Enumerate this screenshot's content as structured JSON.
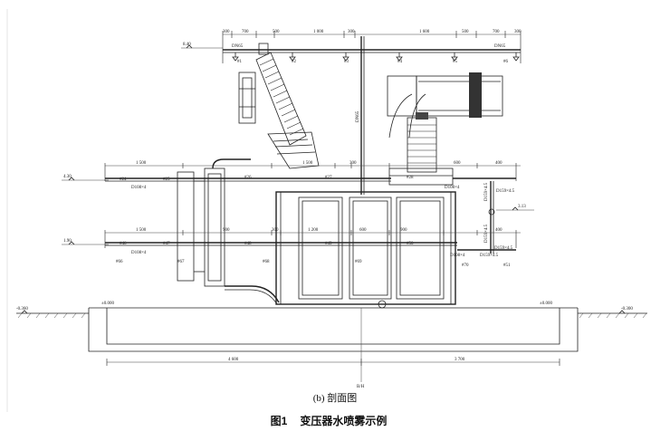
{
  "top_dimensions": [
    "300",
    "700",
    "500",
    "1 000",
    "300",
    "1 600",
    "500",
    "700",
    "300"
  ],
  "pipe_labels": {
    "dn65_left": "DN65",
    "dn65_right": "DN65",
    "dn65_vertical": "DN65"
  },
  "elevations": {
    "e840": "8.40",
    "e430": "4.30",
    "e313": "3.13",
    "e190": "1.90",
    "e0_left": "±0.000",
    "e0_right": "±0.000",
    "m0360": "-0.360",
    "m0300": "-0.300"
  },
  "nozzles_top": [
    "#1",
    "#2",
    "#3",
    "#4",
    "#5",
    "#6"
  ],
  "nozzles_mid": [
    "#24",
    "#25",
    "#26",
    "#27",
    "#28"
  ],
  "nozzles_low": [
    "#46",
    "#47",
    "#48",
    "#49",
    "#50"
  ],
  "nozzle_misc": [
    "#66",
    "#67",
    "#68",
    "#69",
    "#70",
    "#51"
  ],
  "mid_dimensions": [
    "1 500",
    "1 500",
    "300",
    "600",
    "400"
  ],
  "low_dimensions": [
    "1 500",
    "900",
    "300",
    "1 200",
    "600",
    "900",
    "400"
  ],
  "pipe_specs": {
    "d108_mid": "D108×4",
    "d108_low": "D108×4",
    "d108_right": "D108×4",
    "d108_bot": "D108×4",
    "d159_a": "D159×4.5",
    "d159_b": "D159×4.5",
    "d159_c": "D159×4.5",
    "d159_v1": "D159×4.5",
    "d159_v2": "D159×4.5"
  },
  "base_dimensions": [
    "4 600",
    "3 700"
  ],
  "axis_label": "B/H",
  "subcaption": "(b) 剖面图",
  "figure_number": "图1",
  "figure_title": "变压器水喷雾示例"
}
